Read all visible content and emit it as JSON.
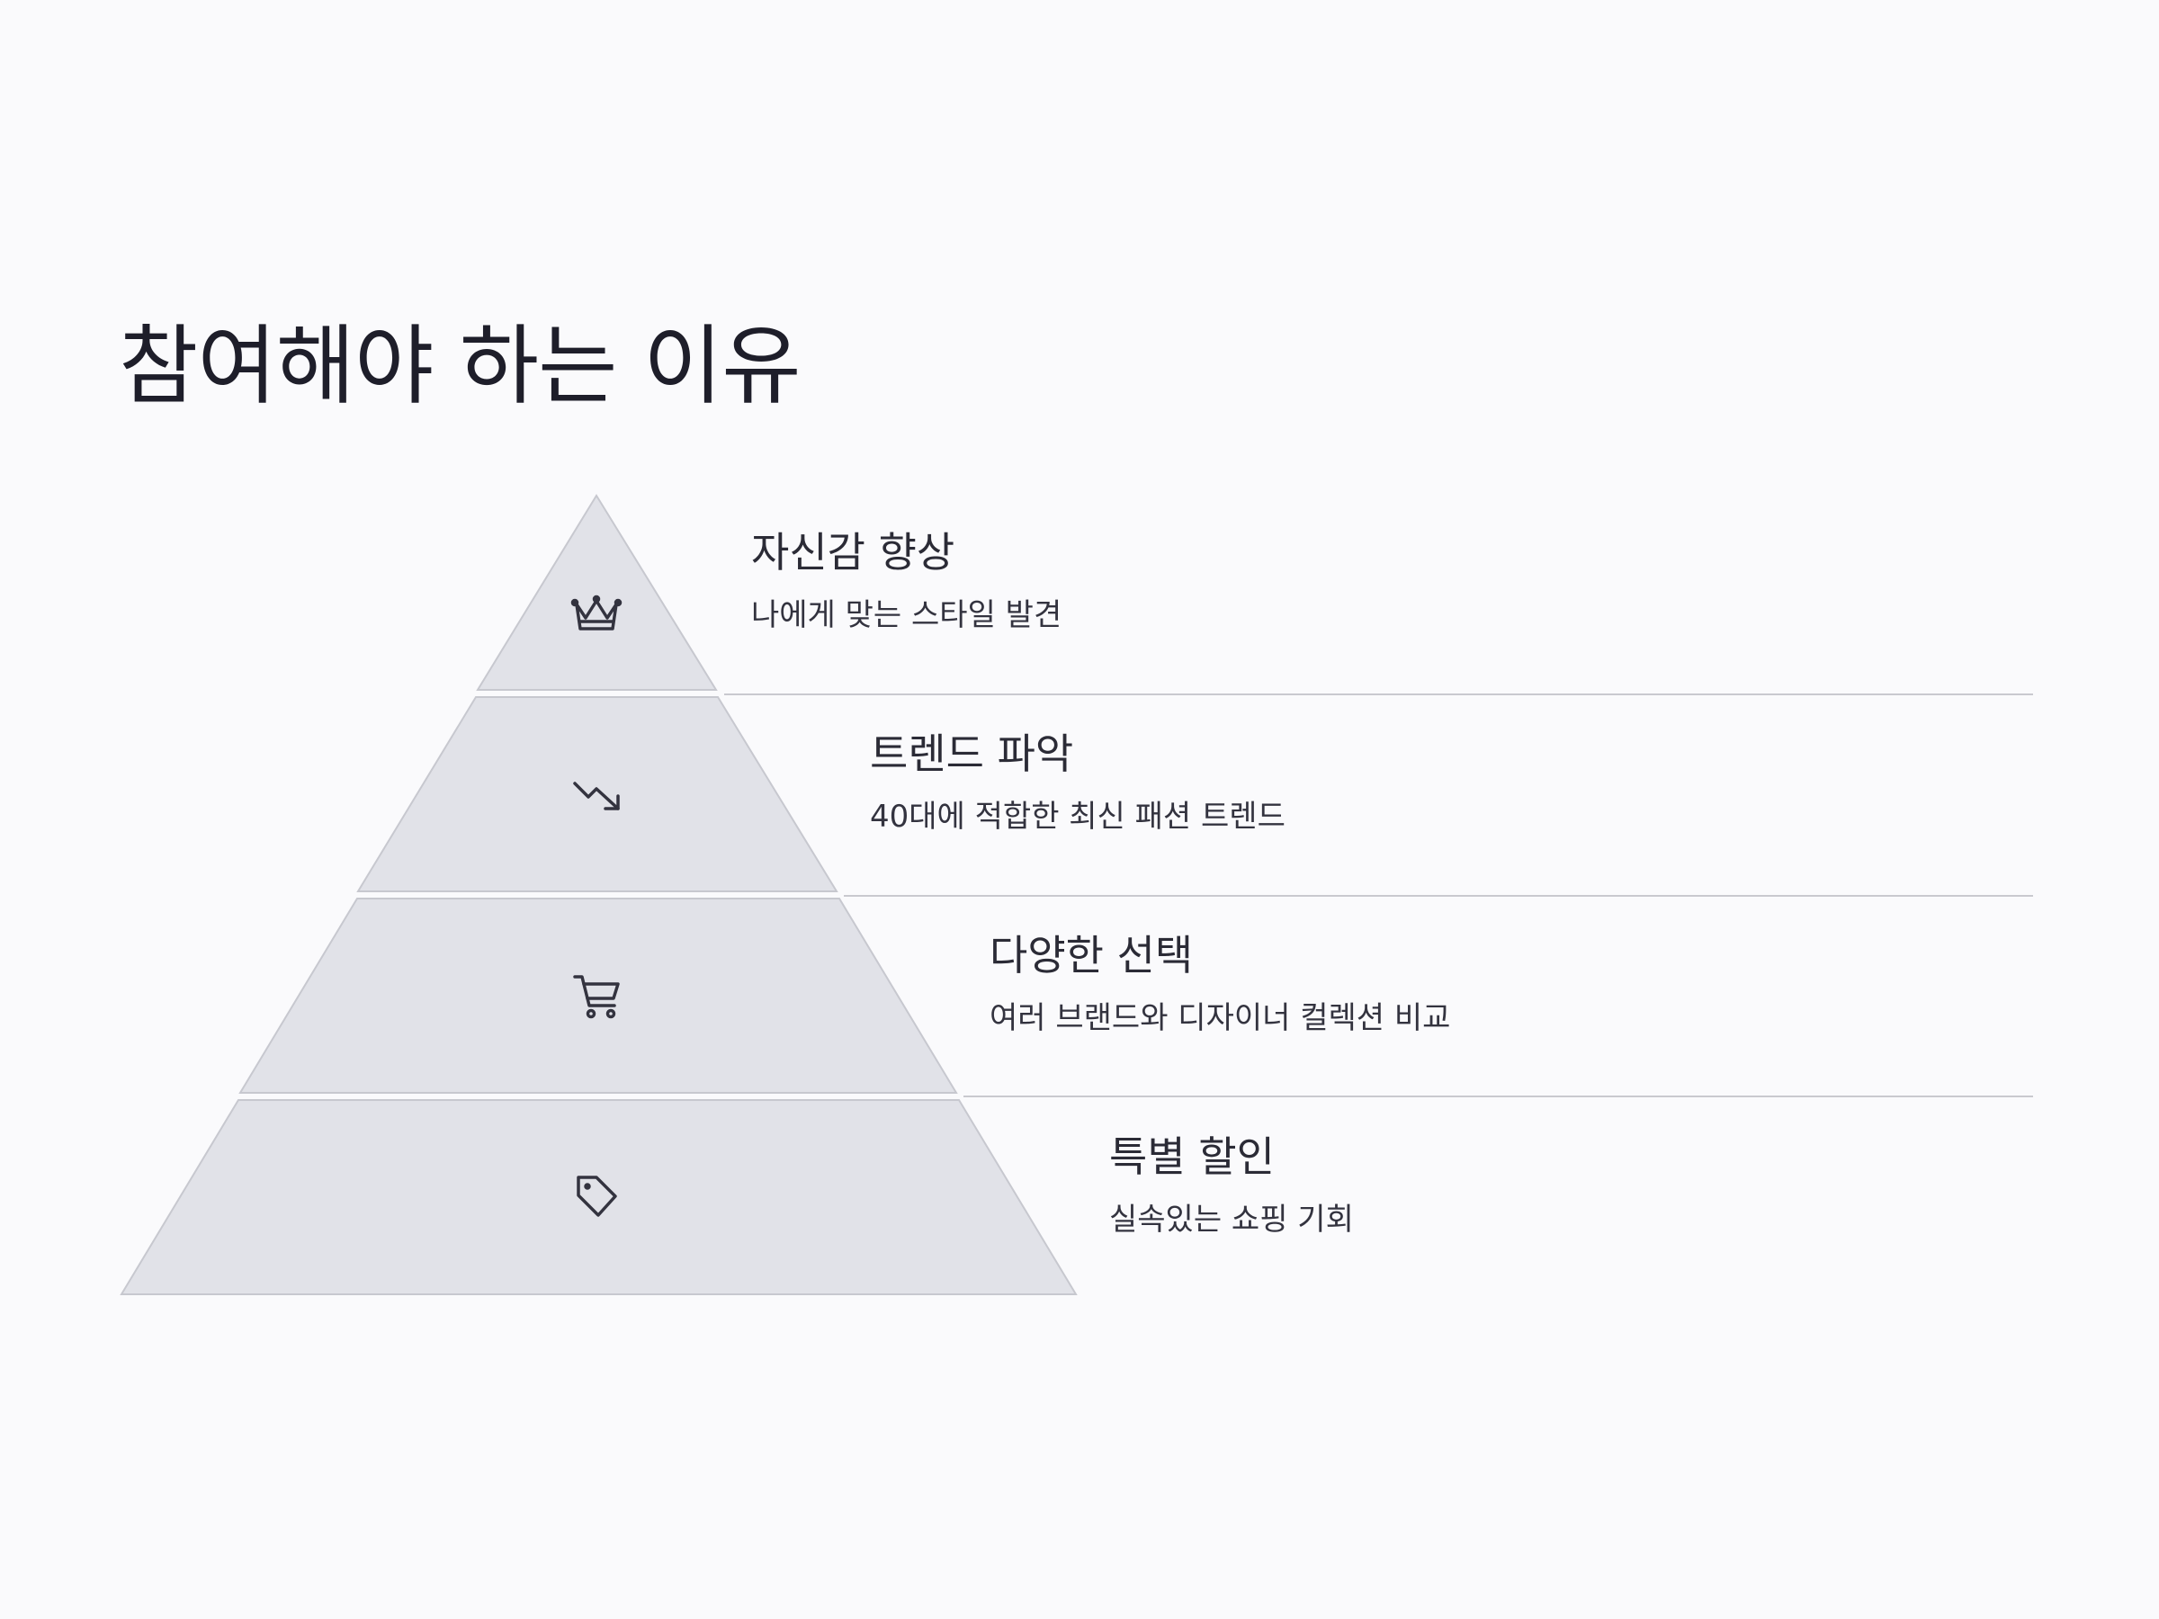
{
  "title": "참여해야 하는 이유",
  "colors": {
    "background": "#fafafc",
    "layer_fill": "#e1e2e8",
    "layer_stroke": "#c7c8cf",
    "divider": "#c9c9cf",
    "icon": "#33333f",
    "text": "#2b2b36"
  },
  "layers": [
    {
      "icon": "crown-icon",
      "heading": "자신감 향상",
      "description": "나에게 맞는 스타일 발견"
    },
    {
      "icon": "trend-down-icon",
      "heading": "트렌드 파악",
      "description": "40대에 적합한 최신 패션 트렌드"
    },
    {
      "icon": "shopping-cart-icon",
      "heading": "다양한 선택",
      "description": "여러 브랜드와 디자이너 컬렉션 비교"
    },
    {
      "icon": "tag-icon",
      "heading": "특별 할인",
      "description": "실속있는 쇼핑 기회"
    }
  ]
}
